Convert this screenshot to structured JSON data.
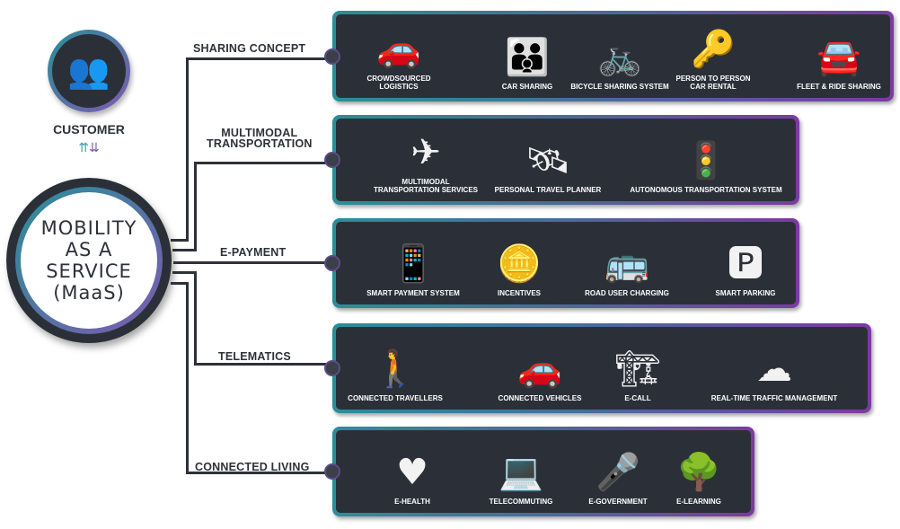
{
  "customer": {
    "label": "CUSTOMER",
    "icon": "group-people-icon"
  },
  "center": {
    "lines": [
      "MOBILITY",
      "AS A",
      "SERVICE",
      "(MaaS)"
    ]
  },
  "colors": {
    "panel": "#2b3038",
    "teal": "#2a8f98",
    "purple": "#7d3aa0",
    "line": "#2d3139"
  },
  "categories": [
    {
      "label": "SHARING CONCEPT",
      "items": [
        {
          "label": "CROWDSOURCED\nLOGISTICS",
          "icon": "car-delivery-icon"
        },
        {
          "label": "CAR SHARING",
          "icon": "people-car-icon"
        },
        {
          "label": "BICYCLE SHARING SYSTEM",
          "icon": "bicycle-icon"
        },
        {
          "label": "PERSON TO PERSON\nCAR RENTAL",
          "icon": "car-key-icon"
        },
        {
          "label": "FLEET & RIDE SHARING",
          "icon": "ride-sharing-icon"
        }
      ]
    },
    {
      "label": "MULTIMODAL\nTRANSPORTATION",
      "items": [
        {
          "label": "MULTIMODAL\nTRANSPORTATION SERVICES",
          "icon": "plane-train-ship-icon"
        },
        {
          "label": "PERSONAL TRAVEL PLANNER",
          "icon": "map-satellite-icon"
        },
        {
          "label": "AUTONOMOUS TRANSPORTATION SYSTEM",
          "icon": "autonomous-car-icon"
        }
      ]
    },
    {
      "label": "E-PAYMENT",
      "items": [
        {
          "label": "SMART PAYMENT SYSTEM",
          "icon": "phone-payment-icon"
        },
        {
          "label": "INCENTIVES",
          "icon": "coins-stack-icon"
        },
        {
          "label": "ROAD USER CHARGING",
          "icon": "bus-satellite-icon"
        },
        {
          "label": "SMART PARKING",
          "icon": "parking-meter-icon"
        }
      ]
    },
    {
      "label": "TELEMATICS",
      "items": [
        {
          "label": "CONNECTED TRAVELLERS",
          "icon": "travellers-icon"
        },
        {
          "label": "CONNECTED VEHICLES",
          "icon": "connected-cars-icon"
        },
        {
          "label": "E-CALL",
          "icon": "crane-car-icon"
        },
        {
          "label": "REAL-TIME TRAFFIC MANAGEMENT",
          "icon": "traffic-cloud-icon"
        }
      ]
    },
    {
      "label": "CONNECTED LIVING",
      "items": [
        {
          "label": "E-HEALTH",
          "icon": "health-icon"
        },
        {
          "label": "TELECOMMUTING",
          "icon": "desk-worker-icon"
        },
        {
          "label": "E-GOVERNMENT",
          "icon": "podium-icon"
        },
        {
          "label": "E-LEARNING",
          "icon": "learning-tree-icon"
        }
      ]
    }
  ]
}
